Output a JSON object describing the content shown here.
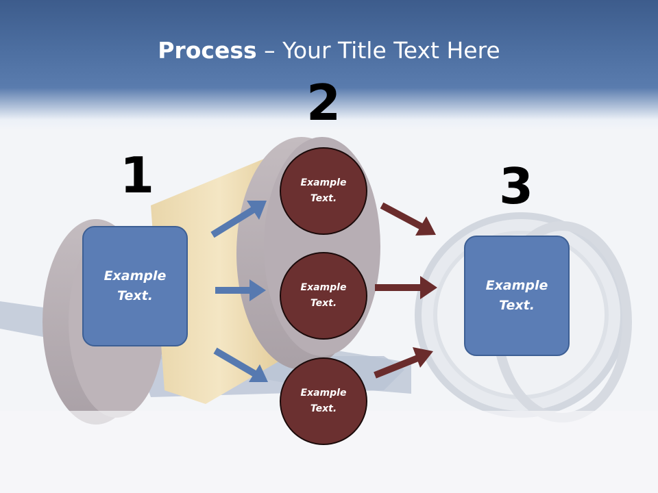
{
  "slide": {
    "title_bold": "Process",
    "title_rest": " – Your Title Text Here"
  },
  "steps": {
    "one": {
      "number": "1",
      "text": "Example Text."
    },
    "two": {
      "number": "2",
      "circles": [
        "Example Text.",
        "Example Text.",
        "Example Text."
      ]
    },
    "three": {
      "number": "3",
      "text": "Example Text."
    }
  },
  "colors": {
    "title_band": "#4c6ea0",
    "box_fill": "#5b7db5",
    "circle_fill": "#6b3030",
    "arrow_blue": "#5679b0",
    "arrow_red": "#6a2c2c"
  },
  "background": {
    "icon": "gavel-and-stethoscope-photo"
  }
}
